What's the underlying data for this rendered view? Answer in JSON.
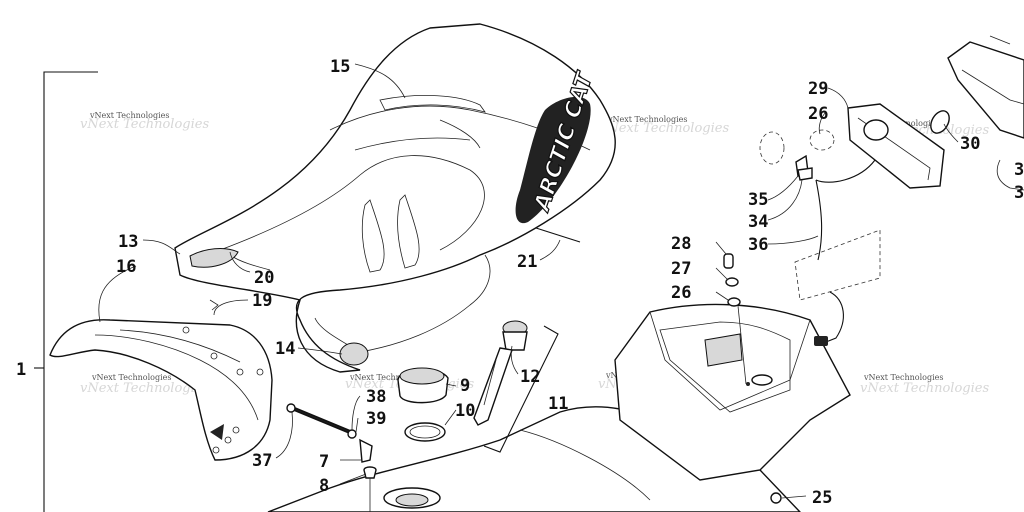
{
  "callouts": [
    {
      "id": "1",
      "label": "1"
    },
    {
      "id": "7",
      "label": "7"
    },
    {
      "id": "8",
      "label": "8"
    },
    {
      "id": "9",
      "label": "9"
    },
    {
      "id": "10",
      "label": "10"
    },
    {
      "id": "11",
      "label": "11"
    },
    {
      "id": "12",
      "label": "12"
    },
    {
      "id": "13",
      "label": "13"
    },
    {
      "id": "14",
      "label": "14"
    },
    {
      "id": "15",
      "label": "15"
    },
    {
      "id": "16",
      "label": "16"
    },
    {
      "id": "19",
      "label": "19"
    },
    {
      "id": "20",
      "label": "20"
    },
    {
      "id": "21",
      "label": "21"
    },
    {
      "id": "25",
      "label": "25"
    },
    {
      "id": "26a",
      "label": "26"
    },
    {
      "id": "26b",
      "label": "26"
    },
    {
      "id": "27",
      "label": "27"
    },
    {
      "id": "28",
      "label": "28"
    },
    {
      "id": "29",
      "label": "29"
    },
    {
      "id": "30",
      "label": "30"
    },
    {
      "id": "31",
      "label": "3"
    },
    {
      "id": "32",
      "label": "3"
    },
    {
      "id": "34",
      "label": "34"
    },
    {
      "id": "35",
      "label": "35"
    },
    {
      "id": "36",
      "label": "36"
    },
    {
      "id": "37",
      "label": "37"
    },
    {
      "id": "38",
      "label": "38"
    },
    {
      "id": "39",
      "label": "39"
    }
  ],
  "watermark": "vNext Technologies",
  "brand_logo_text": "ARCTIC CAT"
}
